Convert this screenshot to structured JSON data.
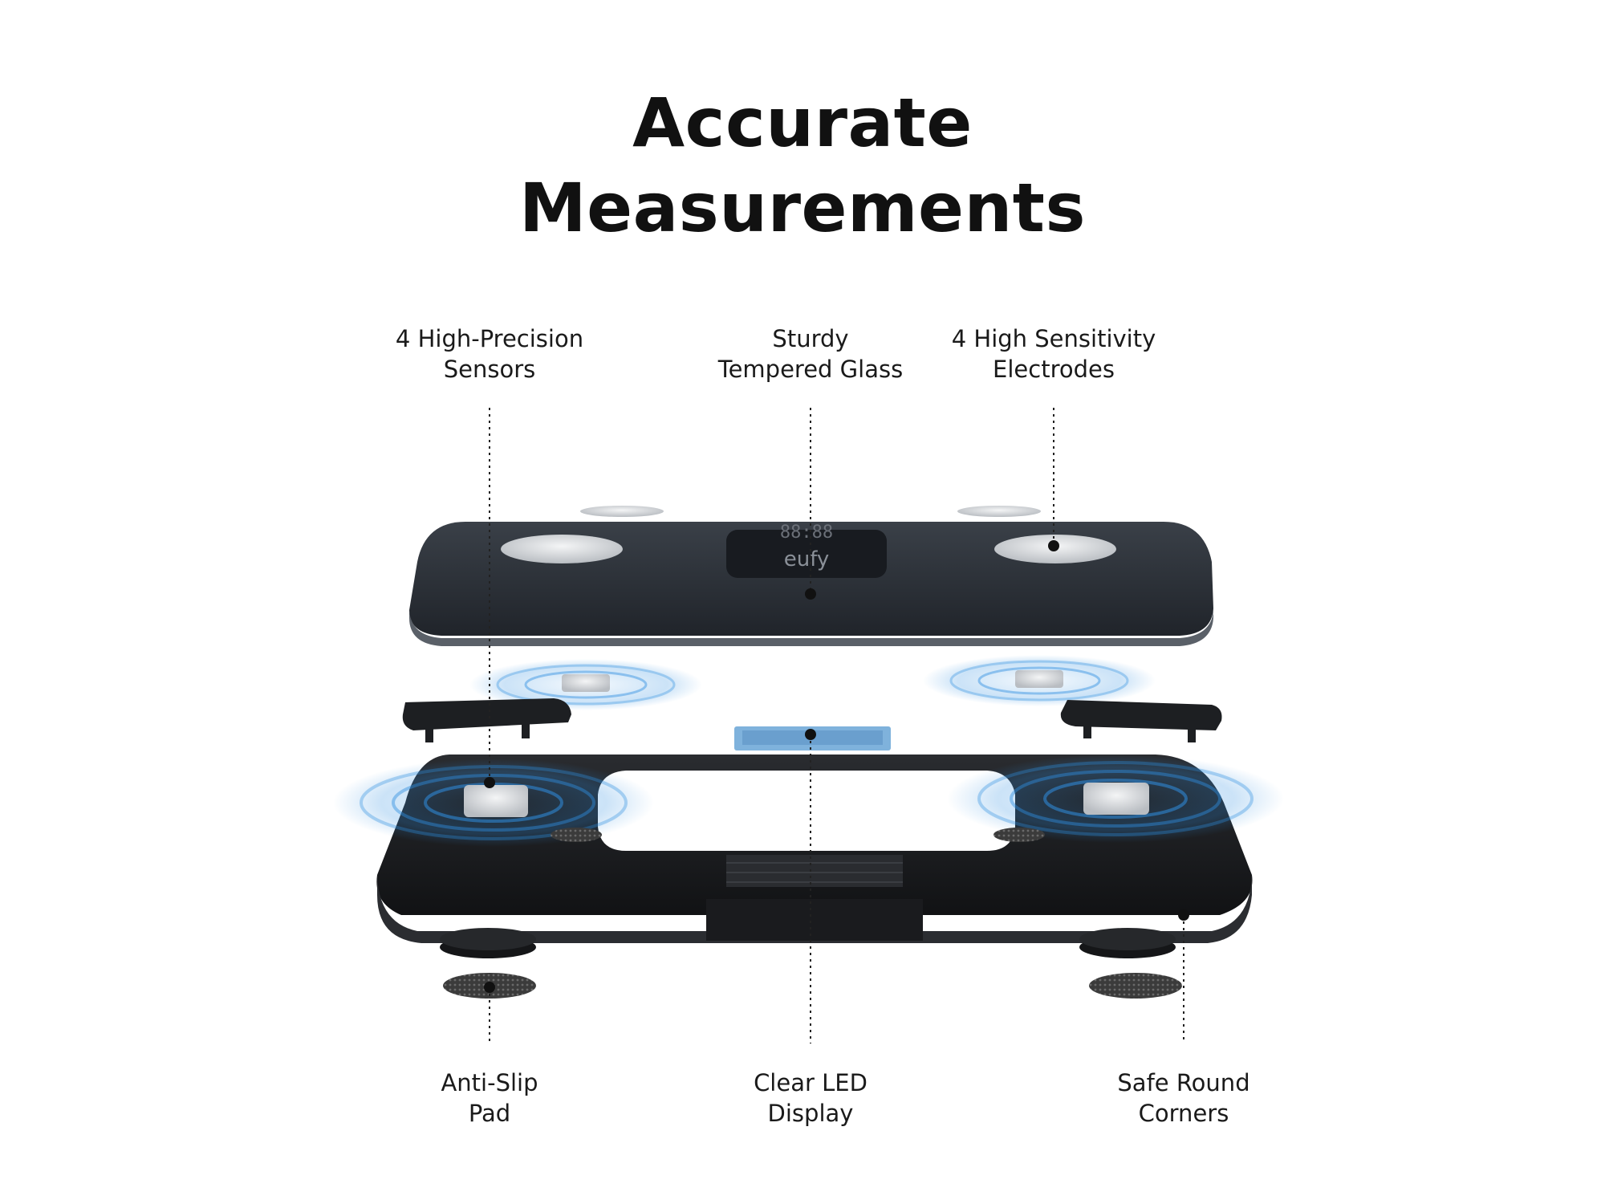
{
  "headline": {
    "line1": "Accurate",
    "line2": "Measurements"
  },
  "callouts": {
    "top_left": {
      "line1": "4 High-Precision",
      "line2": "Sensors"
    },
    "top_center": {
      "line1": "Sturdy",
      "line2": "Tempered Glass"
    },
    "top_right": {
      "line1": "4 High Sensitivity",
      "line2": "Electrodes"
    },
    "bottom_left": {
      "line1": "Anti-Slip",
      "line2": "Pad"
    },
    "bottom_center": {
      "line1": "Clear LED",
      "line2": "Display"
    },
    "bottom_right": {
      "line1": "Safe Round",
      "line2": "Corners"
    }
  },
  "device": {
    "logo_text": "eufy",
    "display_digits": "88:88"
  },
  "colors": {
    "glass_top": "#2a2f36",
    "base_dark": "#1c1e22",
    "pulse_blue": "#2f8ee0",
    "led_panel": "#7fb2dc",
    "electrode_silver": "#d9dcdf"
  }
}
